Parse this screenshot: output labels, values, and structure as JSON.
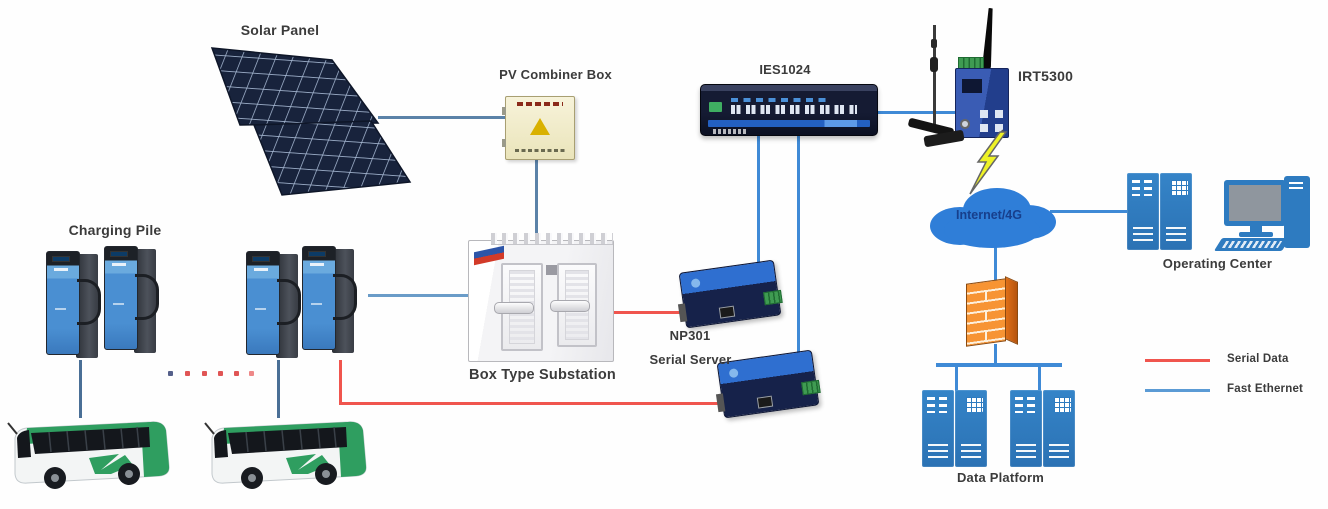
{
  "nodes": {
    "solar_panel": {
      "label": "Solar Panel"
    },
    "pv_combiner_box": {
      "label": "PV Combiner Box"
    },
    "switch": {
      "label": "IES1024"
    },
    "router": {
      "label": "IRT5300"
    },
    "charging_pile": {
      "label": "Charging Pile"
    },
    "substation": {
      "label": "Box Type Substation"
    },
    "serial_server": {
      "model": "NP301",
      "type_label": "Serial Server"
    },
    "cloud": {
      "label": "Internet/4G"
    },
    "operating_center": {
      "label": "Operating Center"
    },
    "data_platform": {
      "label": "Data Platform"
    }
  },
  "legend": {
    "items": [
      {
        "label": "Serial Data",
        "color": "#f0554e",
        "style": "solid"
      },
      {
        "label": "Fast Ethernet",
        "color": "#5b9bd5",
        "style": "solid"
      }
    ]
  },
  "connections": [
    {
      "from": "solar_panel",
      "to": "pv_combiner_box",
      "line": "blue"
    },
    {
      "from": "pv_combiner_box",
      "to": "substation",
      "line": "blue"
    },
    {
      "from": "charging_pile",
      "to": "substation",
      "line": "blue"
    },
    {
      "from": "charging_pile",
      "to": "bus",
      "line": "blue"
    },
    {
      "from": "substation",
      "to": "serial_server_1",
      "line": "red"
    },
    {
      "from": "charging_pile",
      "to": "serial_server_2",
      "line": "red"
    },
    {
      "from": "serial_server_1",
      "to": "switch",
      "line": "blue"
    },
    {
      "from": "serial_server_2",
      "to": "switch",
      "line": "blue"
    },
    {
      "from": "switch",
      "to": "router",
      "line": "blue"
    },
    {
      "from": "router",
      "to": "cloud",
      "line": "lightning"
    },
    {
      "from": "cloud",
      "to": "operating_center",
      "line": "blue"
    },
    {
      "from": "cloud",
      "to": "firewall",
      "line": "blue"
    },
    {
      "from": "firewall",
      "to": "data_platform",
      "line": "blue"
    }
  ],
  "colors": {
    "serial_data_line": "#f0554e",
    "fast_ethernet_line": "#3f8ad6",
    "power_line": "#5b82a8",
    "cloud_fill": "#2f7ed8",
    "rack_fill": "#2e7bc0",
    "firewall_orange": "#f79433",
    "bus_green": "#2f9e60",
    "warning_yellow": "#d9b100"
  }
}
